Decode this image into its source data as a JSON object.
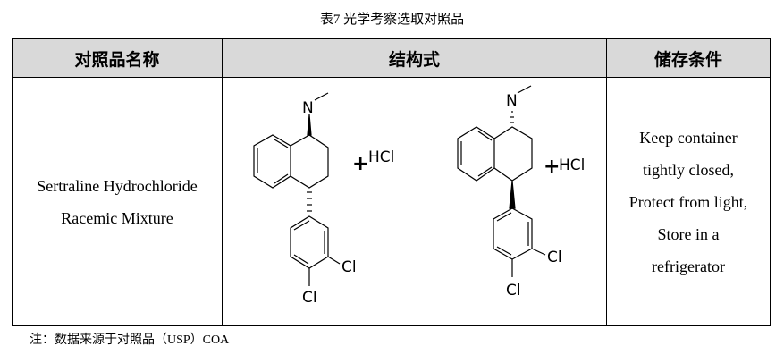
{
  "caption": "表7 光学考察选取对照品",
  "table": {
    "headers": [
      "对照品名称",
      "结构式",
      "储存条件"
    ],
    "row": {
      "name_lines": [
        "Sertraline Hydrochloride",
        "Racemic Mixture"
      ],
      "structure": {
        "atom_n": "N",
        "atom_cl": "Cl",
        "plus": "+",
        "salt": "HCl"
      },
      "storage_lines": [
        "Keep container",
        "tightly closed,",
        "Protect from light,",
        "Store in a",
        "refrigerator"
      ]
    }
  },
  "note": "注：数据来源于对照品（USP）COA"
}
